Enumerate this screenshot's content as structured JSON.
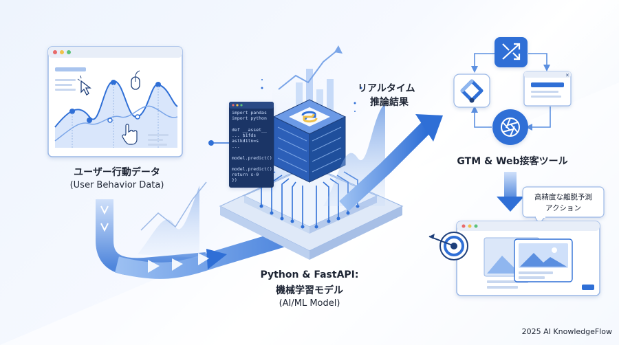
{
  "labels": {
    "user_data_jp": "ユーザー行動データ",
    "user_data_en": "(User Behavior Data)",
    "realtime_jp_1": "リアルタイム",
    "realtime_jp_2": "推論結果",
    "tools": "GTM & Web接客ツール",
    "model_title": "Python & FastAPI:",
    "model_jp": "機械学習モデル",
    "model_en": "(AI/ML Model)",
    "bubble_line1": "高精度な離脱予測",
    "bubble_line2": "アクション",
    "footer": "2025 AI KnowledgeFlow"
  },
  "code_lines": [
    "import pandas",
    "import python",
    "",
    "def __asset__",
    "  ... $1fds",
    "  astkd1tn=s",
    "  ...",
    "",
    "model.predict()",
    "",
    "model.predict()",
    "  return s-0",
    "})"
  ],
  "icons": {
    "python": "python-logo-icon",
    "shuffle": "shuffle-icon",
    "gtm": "google-tag-manager-icon",
    "camera": "aperture-icon",
    "target": "target-icon",
    "cursor": "cursor-icon",
    "mouse": "mouse-icon",
    "hand": "hand-pointer-icon"
  },
  "colors": {
    "primary": "#2f6fd6",
    "light": "#8fb6ef",
    "dark": "#1e3f7a",
    "window_bar": "#e8eef8",
    "dot_red": "#e86a6a",
    "dot_yellow": "#f0c24a",
    "dot_green": "#5cc27a"
  }
}
